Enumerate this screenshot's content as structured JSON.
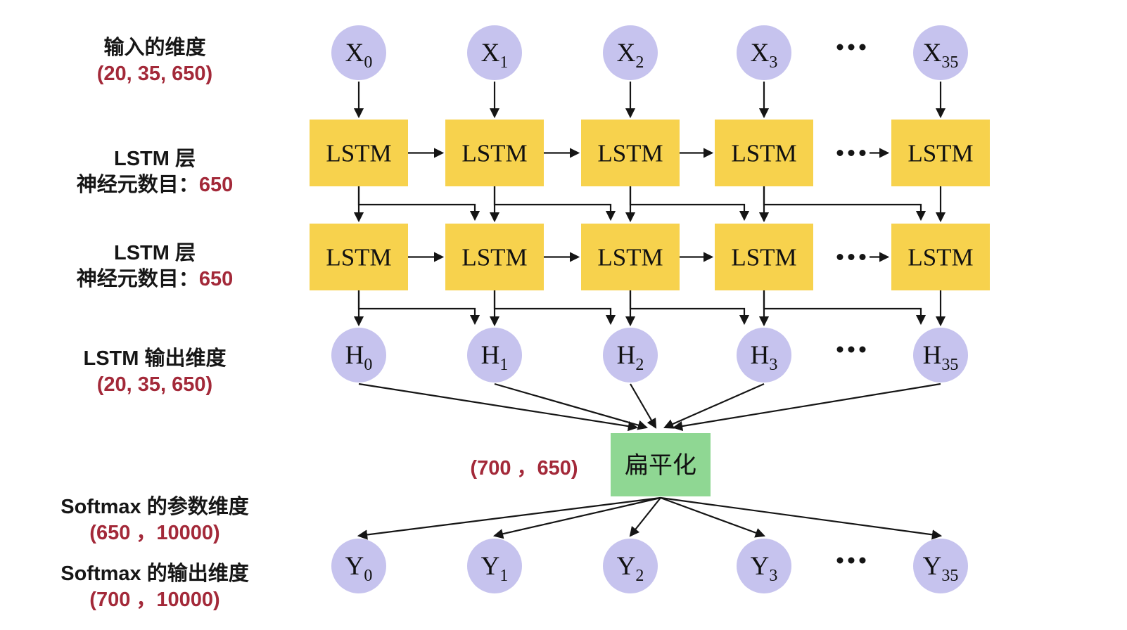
{
  "labels": {
    "block1": {
      "line1": "输入的维度",
      "line2": "(20, 35, 650)"
    },
    "block2": {
      "line1": "LSTM 层",
      "line2_prefix": "神经元数目：",
      "line2_value": "650"
    },
    "block3": {
      "line1": "LSTM 层",
      "line2_prefix": "神经元数目：",
      "line2_value": "650"
    },
    "block4": {
      "line1": "LSTM 输出维度",
      "line2": "(20, 35, 650)"
    },
    "block5": {
      "line1": "Softmax 的参数维度",
      "line2": "(650 ，10000)"
    },
    "block6": {
      "line1": "Softmax 的输出维度",
      "line2": "(700 ，10000)"
    },
    "flatten_dim": "(700 ，650)"
  },
  "diagram": {
    "node_prefixes": {
      "input": "X",
      "hidden": "H",
      "output": "Y"
    },
    "subscripts": [
      "0",
      "1",
      "2",
      "3",
      "35"
    ],
    "lstm_label": "LSTM",
    "flatten_label": "扁平化",
    "columns_x": [
      510,
      703,
      896,
      1086,
      1337
    ],
    "colors": {
      "node_fill": "#c6c3ee",
      "lstm_fill": "#f7d24d",
      "flatten_fill": "#8fd793",
      "arrow": "#151515",
      "text": "#111111",
      "accent_red": "#a32939"
    }
  }
}
